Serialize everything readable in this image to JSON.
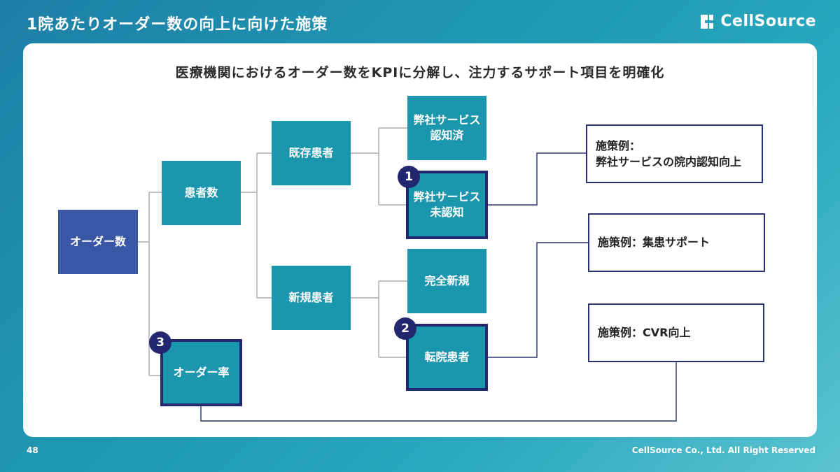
{
  "header": {
    "title": "1院あたりオーダー数の向上に向けた施策",
    "brand": "CellSource"
  },
  "subtitle": "医療機関におけるオーダー数をKPIに分解し、注力するサポート項目を明確化",
  "nodes": {
    "orders": "オーダー数",
    "patients": "患者数",
    "order_rate": "オーダー率",
    "existing": "既存患者",
    "new": "新規患者",
    "aware": "弊社サービス\n認知済",
    "unaware": "弊社サービス\n未認知",
    "brand_new": "完全新規",
    "transfer": "転院患者"
  },
  "badges": {
    "b1": "1",
    "b2": "2",
    "b3": "3"
  },
  "measures": {
    "m1": "施策例：\n弊社サービスの院内認知向上",
    "m2": "施策例：集患サポート",
    "m3": "施策例：CVR向上"
  },
  "footer": {
    "page": "48",
    "copyright": "CellSource Co., Ltd. All Right Reserved"
  },
  "colors": {
    "teal_box": "#1a96ad",
    "root_box": "#3a57a5",
    "highlight_border": "#22276f",
    "connector": "#9a9a9a",
    "measure_border": "#2a3170"
  }
}
